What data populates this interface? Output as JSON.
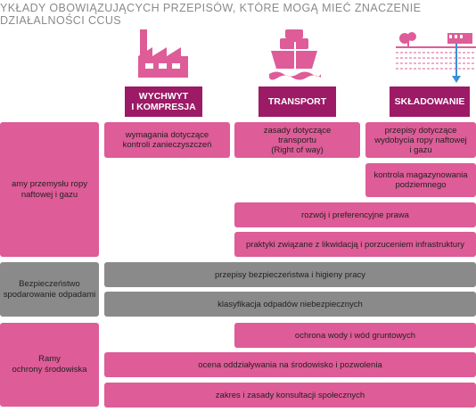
{
  "title": {
    "line1": "YKŁADY OBOWIĄZUJĄCYCH PRZEPISÓW, KTÓRE MOGĄ MIEĆ ZNACZENIE",
    "line2": "DZIAŁALNOŚCI CCUS"
  },
  "headers": {
    "capture": "WYCHWYT\nI KOMPRESJA",
    "transport": "TRANSPORT",
    "storage": "SKŁADOWANIE"
  },
  "categories": {
    "oil_gas": "amy przemysłu ropy\nnaftowej i gazu",
    "safety": "Bezpieczeństwo\nspodarowanie odpadami",
    "environment": "Ramy\nochrony środowiska"
  },
  "boxes": {
    "emissions": "wymagania dotyczące\nkontroli zanieczyszczeń",
    "transport_rules": "zasady dotyczące\ntransportu\n(Right of way)",
    "extraction_rules": "przepisy dotyczące\nwydobycia ropy naftowej\ni gazu",
    "storage_control": "kontrola magazynowania\npodziemnego",
    "development": "rozwój i preferencyjne prawa",
    "decommissioning": "praktyki związane z likwidacją i porzuceniem infrastruktury",
    "health_safety": "przepisy bezpieczeństwa i higieny pracy",
    "hazardous_waste": "klasyfikacja odpadów niebezpiecznych",
    "water_protection": "ochrona wody i wód gruntowych",
    "eia": "ocena oddziaływania na środowisko i pozwolenia",
    "consultation": "zakres i zasady konsultacji społecznych"
  },
  "colors": {
    "pink": "#de5c98",
    "header": "#9c1a66",
    "gray": "#8a8a8a",
    "title": "#8a8a8a",
    "arrow": "#3a8fd8"
  }
}
